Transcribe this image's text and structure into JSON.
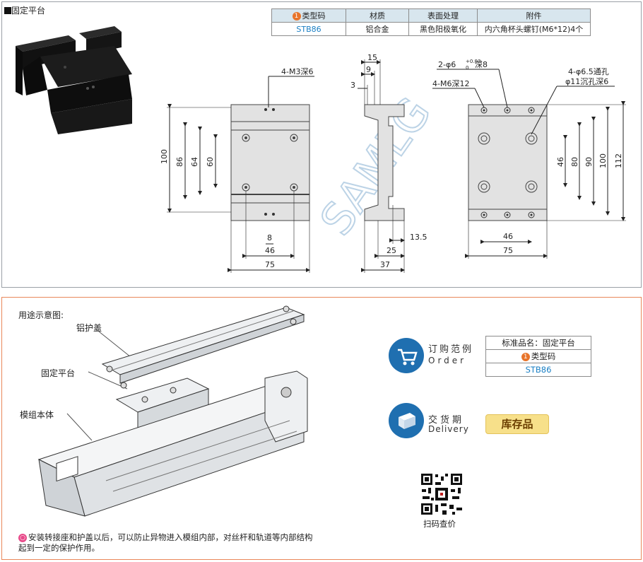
{
  "product": {
    "title": "固定平台",
    "model_badge": "1",
    "table_headers": [
      "类型码",
      "材质",
      "表面处理",
      "附件"
    ],
    "table_row": [
      "STB86",
      "铝合金",
      "黑色阳极氧化",
      "内六角杯头螺钉(M6*12)4个"
    ]
  },
  "drawing": {
    "front_labels": {
      "tap": "4-M3深6",
      "h100": "100",
      "h86": "86",
      "h64": "64",
      "h60": "60",
      "w8": "8",
      "w46": "46",
      "w75": "75"
    },
    "side_labels": {
      "w15": "15",
      "w9": "9",
      "w3": "3",
      "w13_5": "13.5",
      "w25": "25",
      "w37": "37"
    },
    "top_labels": {
      "pin": "2-φ6",
      "pin_tol_upper": "+0.03",
      "pin_tol_lower": "0",
      "pin_depth": "深8",
      "tap": "4-M6深12",
      "through": "4-φ6.5通孔",
      "cbore": "φ11沉孔深6",
      "h46": "46",
      "h80": "80",
      "h90": "90",
      "h100": "100",
      "h112": "112",
      "w46": "46",
      "w75": "75"
    },
    "watermark": "SAMLG"
  },
  "usage": {
    "heading": "用途示意图:",
    "label_cover": "铝护盖",
    "label_platform": "固定平台",
    "label_body": "模组本体",
    "note_badge": "○",
    "note": "安装转接座和护盖以后，可以防止异物进入模组内部，对丝杆和轨道等内部结构起到一定的保护作用。"
  },
  "order": {
    "title_cn": "订购范例",
    "title_en": "Order",
    "box_header": "标准品名：固定平台",
    "box_badge": "1",
    "box_type_label": "类型码",
    "box_value": "STB86"
  },
  "delivery": {
    "title_cn": "交货期",
    "title_en": "Delivery",
    "stock": "库存品"
  },
  "qr": {
    "caption": "扫码查价"
  },
  "colors": {
    "accent_blue": "#1a7fc4",
    "accent_orange": "#e8742a",
    "header_bg": "#d8e6ee",
    "border_orange": "#e9875a"
  }
}
